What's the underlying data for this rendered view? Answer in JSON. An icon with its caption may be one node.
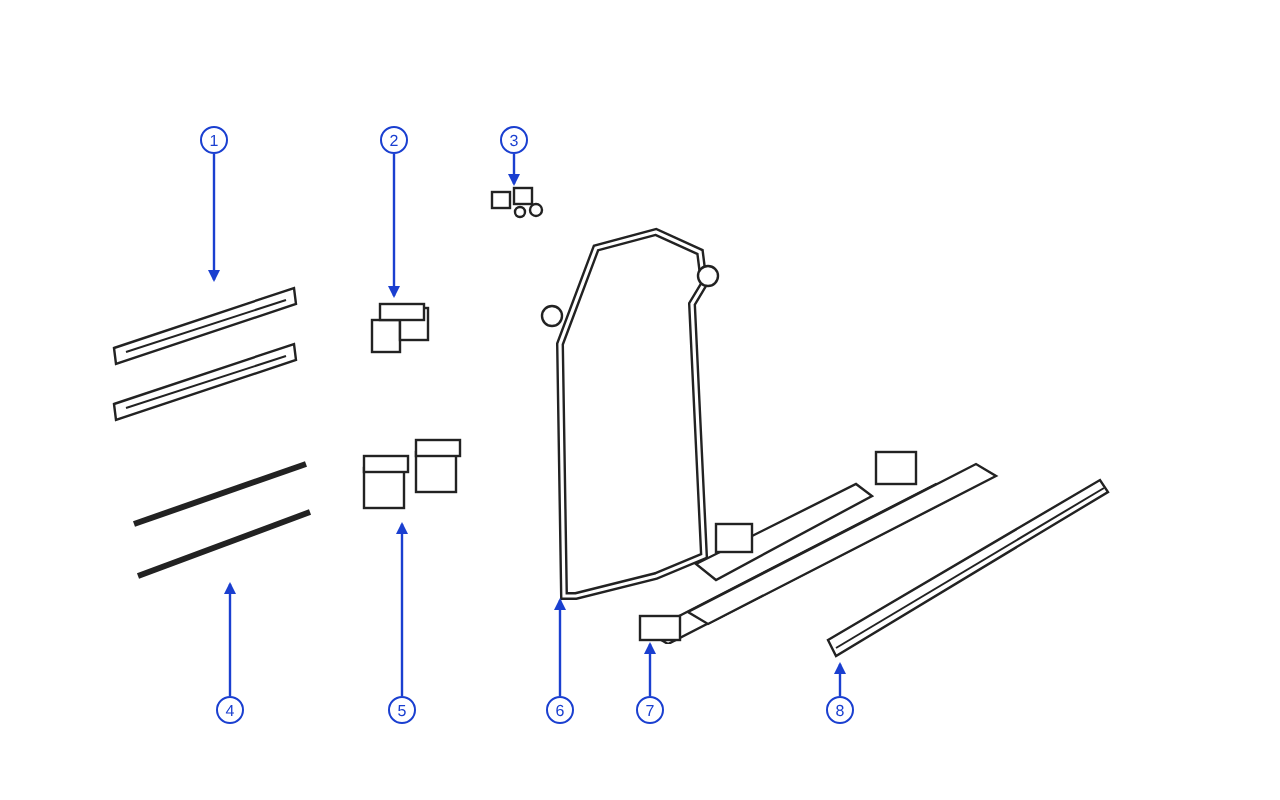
{
  "diagram": {
    "nodes": [
      {
        "text": [
          "1"
        ]
      },
      {
        "text": [
          "2"
        ]
      },
      {
        "text": [
          "3"
        ]
      },
      {
        "text": [
          "4"
        ]
      },
      {
        "text": [
          "5"
        ]
      },
      {
        "text": [
          "6"
        ]
      },
      {
        "text": [
          "7"
        ]
      },
      {
        "text": [
          "8"
        ]
      },
      {
        "text": [],
        "shape": "picture"
      },
      {
        "text": [],
        "shape": "picture"
      },
      {
        "text": [],
        "shape": "picture"
      },
      {
        "text": [],
        "shape": "picture"
      },
      {
        "text": [],
        "shape": "picture"
      },
      {
        "text": [],
        "shape": "picture"
      },
      {
        "text": [],
        "shape": "picture"
      },
      {
        "text": [],
        "shape": "picture"
      }
    ],
    "edges": [
      {
        "from": 0,
        "to": 8,
        "arrow": "to"
      },
      {
        "from": 1,
        "to": 9,
        "arrow": "to"
      },
      {
        "from": 2,
        "to": 10,
        "arrow": "to"
      },
      {
        "from": 3,
        "to": 11,
        "arrow": "to"
      },
      {
        "from": 4,
        "to": 12,
        "arrow": "to"
      },
      {
        "from": 5,
        "to": 13,
        "arrow": "to"
      },
      {
        "from": 6,
        "to": 14,
        "arrow": "to"
      },
      {
        "from": 7,
        "to": 15,
        "arrow": "to"
      }
    ]
  }
}
